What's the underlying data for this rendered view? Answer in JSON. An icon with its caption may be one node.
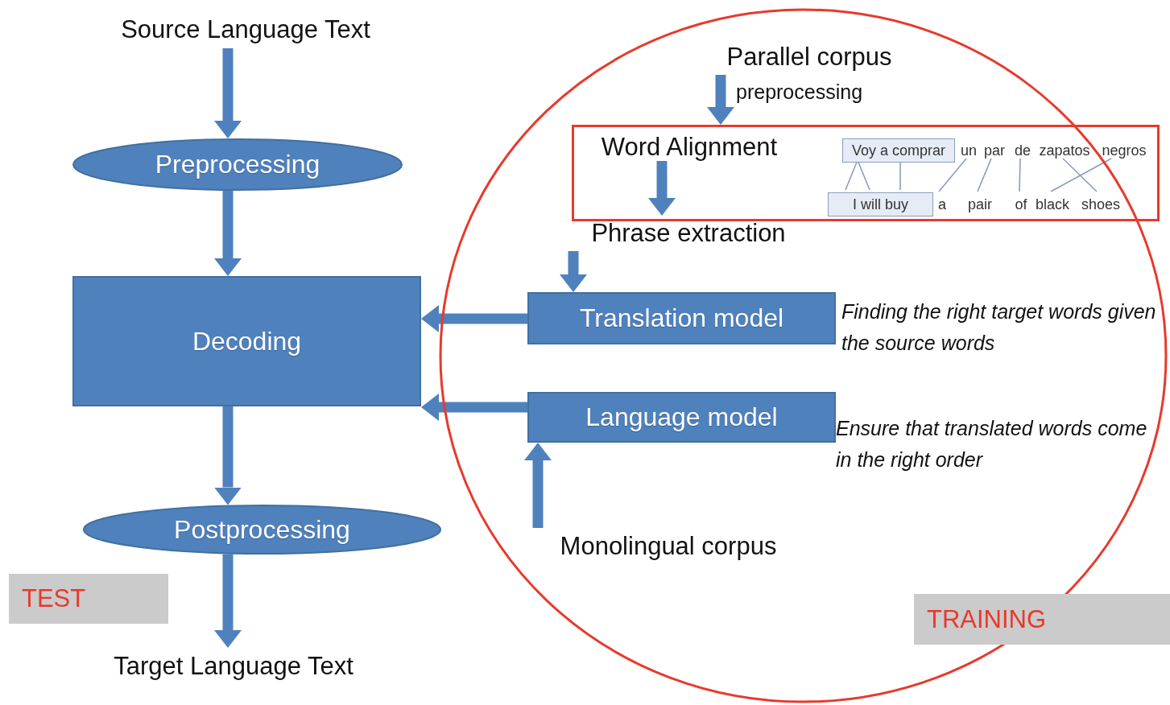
{
  "diagram": {
    "nodes": [
      {
        "text": [
          "Source Language Text"
        ]
      },
      {
        "text": [
          "Preprocessing"
        ]
      },
      {
        "text": [
          "Decoding"
        ]
      },
      {
        "text": [
          "Postprocessing"
        ]
      },
      {
        "text": [
          "TEST"
        ]
      },
      {
        "text": [
          "Target Language Text"
        ]
      },
      {
        "text": [],
        "shape": "circle"
      },
      {
        "text": [
          "Parallel corpus"
        ],
        "in": 6
      },
      {
        "text": [],
        "shape": "box",
        "in": 6
      },
      {
        "text": [
          "Word Alignment"
        ],
        "in": 8
      },
      {
        "text": [
          "Voy a comprar"
        ],
        "in": 8
      },
      {
        "text": [
          "un"
        ],
        "in": 8
      },
      {
        "text": [
          "par"
        ],
        "in": 8
      },
      {
        "text": [
          "de"
        ],
        "in": 8
      },
      {
        "text": [
          "zapatos"
        ],
        "in": 8
      },
      {
        "text": [
          "negros"
        ],
        "in": 8
      },
      {
        "text": [
          "I will buy"
        ],
        "in": 8
      },
      {
        "text": [
          "a"
        ],
        "in": 8
      },
      {
        "text": [
          "pair"
        ],
        "in": 8
      },
      {
        "text": [
          "of"
        ],
        "in": 8
      },
      {
        "text": [
          "black"
        ],
        "in": 8
      },
      {
        "text": [
          "shoes"
        ],
        "in": 8
      },
      {
        "text": [
          "Phrase extraction"
        ],
        "in": 6
      },
      {
        "text": [
          "Translation model"
        ],
        "in": 6,
        "beside": [
          "Finding the right target words given the source words"
        ]
      },
      {
        "text": [
          "Language model"
        ],
        "in": 6,
        "beside": [
          "Ensure that translated words come in the right order"
        ]
      },
      {
        "text": [
          "Monolingual corpus"
        ],
        "in": 6
      },
      {
        "text": [
          "TRAINING"
        ]
      }
    ],
    "edges": [
      {
        "from": 0,
        "to": 1,
        "arrow": "to"
      },
      {
        "from": 1,
        "to": 2,
        "arrow": "to"
      },
      {
        "from": 2,
        "to": 3,
        "arrow": "to"
      },
      {
        "from": 3,
        "to": 5,
        "arrow": "to"
      },
      {
        "from": 7,
        "to": 8,
        "arrow": "to",
        "label": "preprocessing"
      },
      {
        "from": 9,
        "to": 22,
        "arrow": "to"
      },
      {
        "from": 22,
        "to": 23,
        "arrow": "to"
      },
      {
        "from": 23,
        "to": 2,
        "arrow": "to"
      },
      {
        "from": 24,
        "to": 2,
        "arrow": "to"
      },
      {
        "from": 25,
        "to": 24,
        "arrow": "to"
      },
      {
        "from": 10,
        "to": 16,
        "arrow": "none",
        "color": "#8a9cc0"
      },
      {
        "from": 10,
        "to": 16,
        "arrow": "none",
        "color": "#8a9cc0"
      },
      {
        "from": 10,
        "to": 16,
        "arrow": "none",
        "color": "#8a9cc0"
      },
      {
        "from": 11,
        "to": 17,
        "arrow": "none",
        "color": "#8a9cc0"
      },
      {
        "from": 12,
        "to": 18,
        "arrow": "none",
        "color": "#8a9cc0"
      },
      {
        "from": 13,
        "to": 19,
        "arrow": "none",
        "color": "#8a9cc0"
      },
      {
        "from": 14,
        "to": 21,
        "arrow": "none",
        "color": "#8a9cc0"
      },
      {
        "from": 15,
        "to": 20,
        "arrow": "none",
        "color": "#8a9cc0"
      }
    ]
  }
}
